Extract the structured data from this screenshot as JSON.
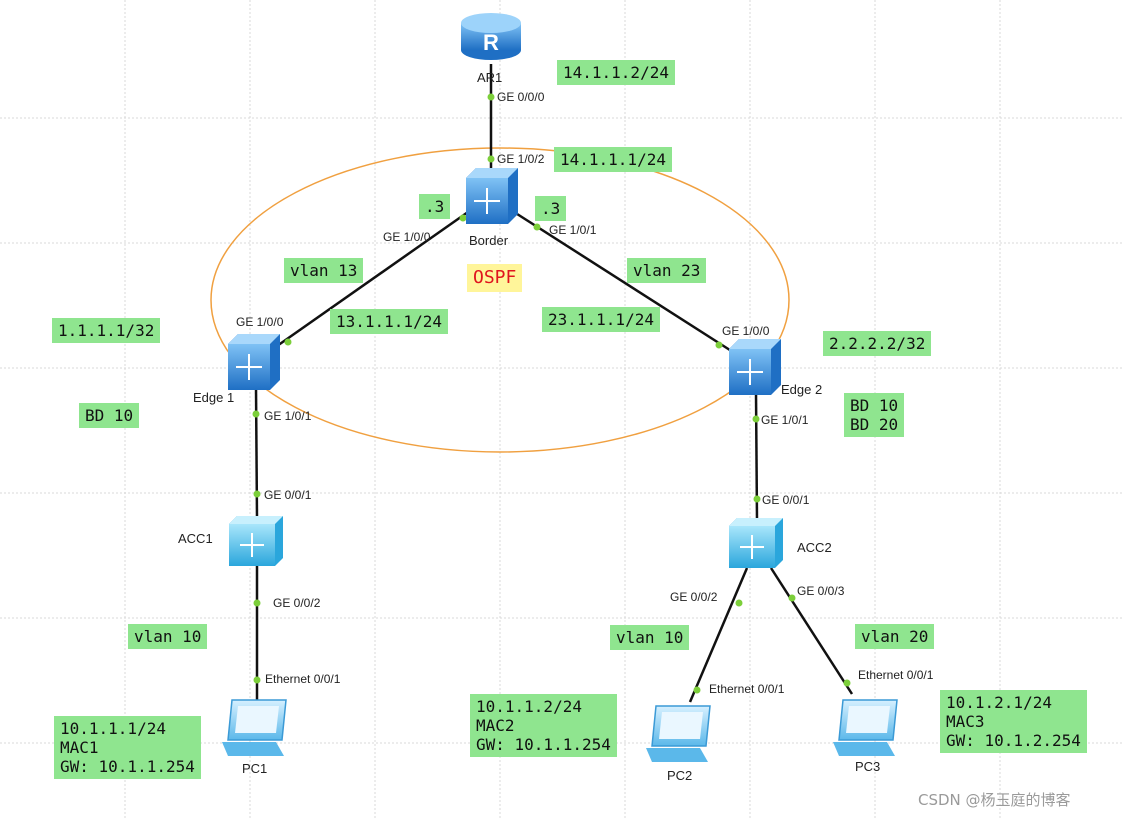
{
  "devices": {
    "ar1": "AR1",
    "border": "Border",
    "edge1": "Edge 1",
    "edge2": "Edge 2",
    "acc1": "ACC1",
    "acc2": "ACC2",
    "pc1": "PC1",
    "pc2": "PC2",
    "pc3": "PC3"
  },
  "ports": {
    "ar1_ge000": "GE 0/0/0",
    "border_ge102": "GE 1/0/2",
    "border_ge100": "GE 1/0/0",
    "border_ge101": "GE 1/0/1",
    "edge1_ge100": "GE 1/0/0",
    "edge1_ge101": "GE 1/0/1",
    "edge2_ge100": "GE 1/0/0",
    "edge2_ge101": "GE 1/0/1",
    "acc1_ge001": "GE 0/0/1",
    "acc1_ge002": "GE 0/0/2",
    "acc2_ge001": "GE 0/0/1",
    "acc2_ge002": "GE 0/0/2",
    "acc2_ge003": "GE 0/0/3",
    "pc1_eth": "Ethernet 0/0/1",
    "pc2_eth": "Ethernet 0/0/1",
    "pc3_eth": "Ethernet 0/0/1"
  },
  "tags": {
    "ar1_ip": "14.1.1.2/24",
    "border_ip": "14.1.1.1/24",
    "dot3_left": ".3",
    "dot3_right": ".3",
    "vlan13": "vlan 13",
    "vlan23": "vlan 23",
    "ip13": "13.1.1.1/24",
    "ip23": "23.1.1.1/24",
    "edge1_loop": "1.1.1.1/32",
    "edge2_loop": "2.2.2.2/32",
    "edge1_bd": "BD 10",
    "edge2_bd": "BD 10\nBD 20",
    "vlan10_left": "vlan 10",
    "vlan10_right": "vlan 10",
    "vlan20": "vlan 20",
    "pc1_info": "10.1.1.1/24\nMAC1\nGW: 10.1.1.254",
    "pc2_info": "10.1.1.2/24\nMAC2\nGW: 10.1.1.254",
    "pc3_info": "10.1.2.1/24\nMAC3\nGW: 10.1.2.254"
  },
  "area_label": "OSPF",
  "watermark": "CSDN @杨玉庭的博客",
  "colors": {
    "tag_bg": "#8fe58f",
    "ospf_bg": "#fff59a",
    "ospf_text": "#e0141e",
    "ospf_ring": "#f0a040",
    "port_dot": "#7ccf3a",
    "device_blue": "#2f86d6",
    "device_cyan": "#4fc3f0"
  }
}
